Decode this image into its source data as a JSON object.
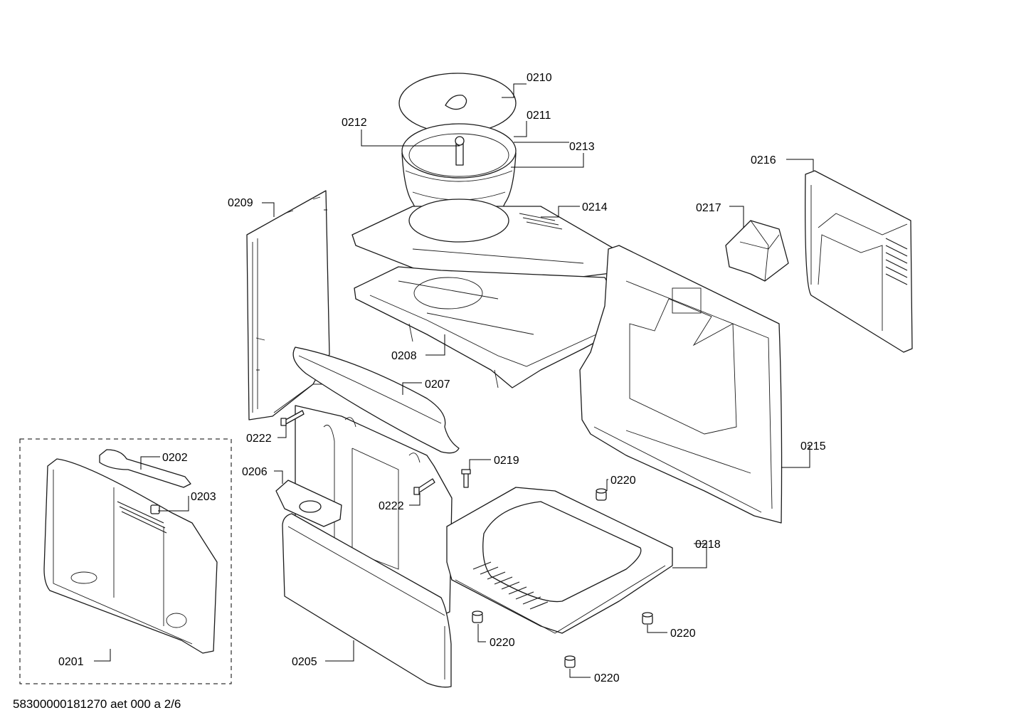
{
  "document_id": "58300000181270 aet 000 a 2/6",
  "parts": {
    "p0201": "0201",
    "p0202": "0202",
    "p0203": "0203",
    "p0205": "0205",
    "p0206": "0206",
    "p0207": "0207",
    "p0208": "0208",
    "p0209": "0209",
    "p0210": "0210",
    "p0211": "0211",
    "p0212": "0212",
    "p0213": "0213",
    "p0214": "0214",
    "p0215": "0215",
    "p0216": "0216",
    "p0217": "0217",
    "p0218": "0218",
    "p0219": "0219",
    "p0220_a": "0220",
    "p0220_b": "0220",
    "p0220_c": "0220",
    "p0220_d": "0220",
    "p0222_a": "0222",
    "p0222_b": "0222"
  }
}
